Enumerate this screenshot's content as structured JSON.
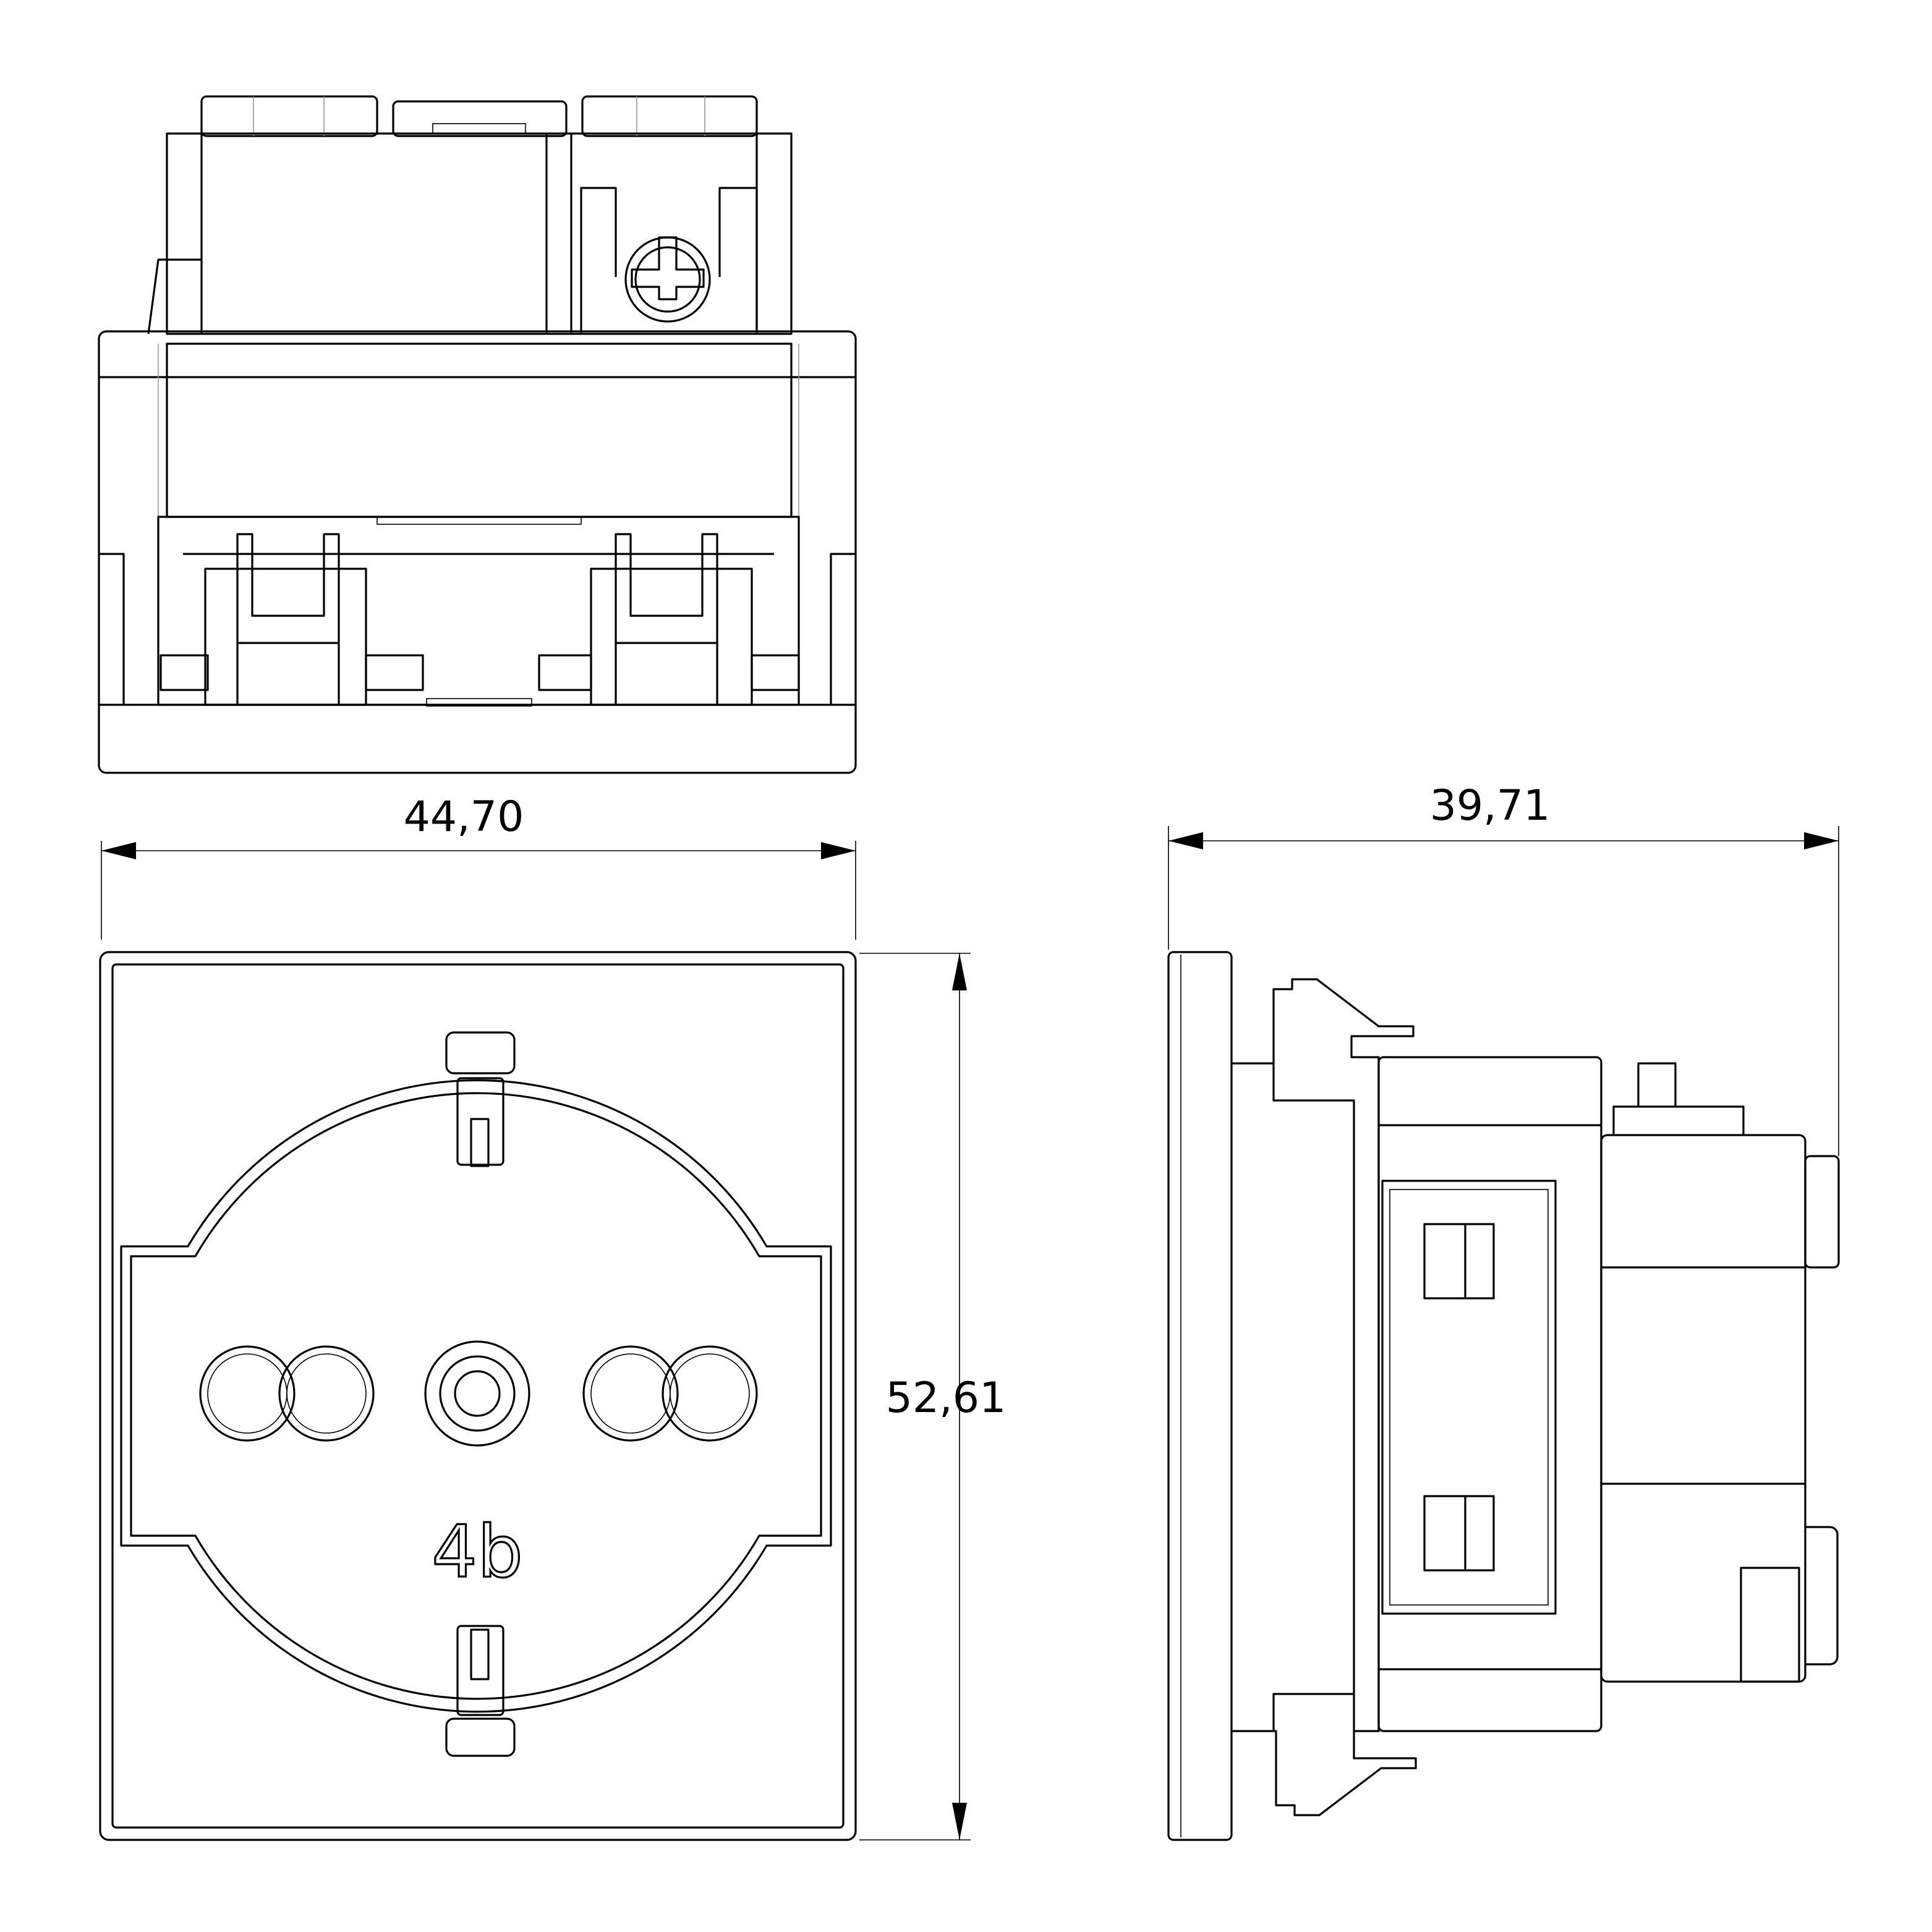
{
  "drawing": {
    "title": "Socket outlet technical drawing",
    "dimensions": {
      "width": "44,70",
      "height": "52,61",
      "depth": "39,71"
    },
    "logo": "4b",
    "colors": {
      "line": "#000000",
      "background": "#ffffff"
    }
  }
}
